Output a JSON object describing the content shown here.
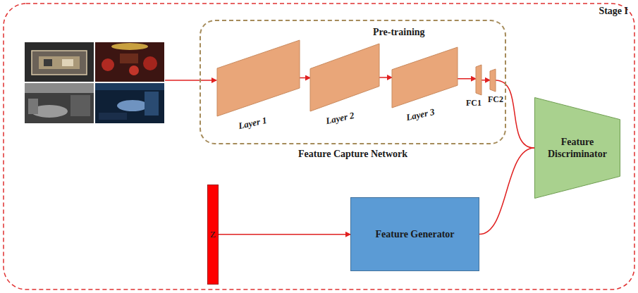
{
  "diagram": {
    "nodes": [
      {
        "text": [
          "Stage I"
        ]
      },
      {
        "text": [
          "Pre-training",
          "Feature Capture Network"
        ],
        "in": 0
      },
      {
        "text": [
          "Layer 1"
        ],
        "in": 1
      },
      {
        "text": [
          "Layer 2"
        ],
        "in": 1
      },
      {
        "text": [
          "Layer 3"
        ],
        "in": 1
      },
      {
        "text": [
          "FC1"
        ],
        "in": 1
      },
      {
        "text": [
          "FC2"
        ],
        "in": 1
      },
      {
        "text": [
          "Z"
        ],
        "in": 0
      },
      {
        "text": [
          "Feature Generator"
        ],
        "in": 0
      },
      {
        "text": [
          "Feature Discriminator"
        ],
        "in": 0
      }
    ],
    "edges": [
      {
        "from": 2,
        "to": 3,
        "arrow": "to"
      },
      {
        "from": 3,
        "to": 4,
        "arrow": "to"
      },
      {
        "from": 4,
        "to": 5,
        "arrow": "to"
      },
      {
        "from": 5,
        "to": 6,
        "arrow": "to"
      },
      {
        "from": 6,
        "to": 9,
        "arrow": "none"
      },
      {
        "from": 8,
        "to": 9,
        "arrow": "none"
      },
      {
        "from": 7,
        "to": 8,
        "arrow": "to"
      }
    ]
  }
}
